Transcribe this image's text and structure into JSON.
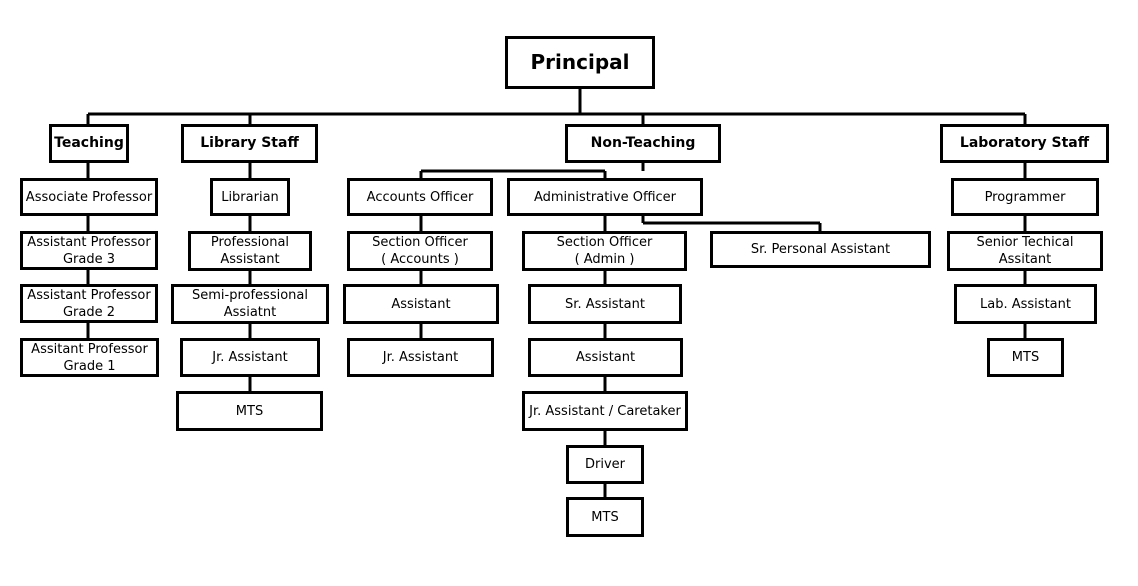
{
  "principal": "Principal",
  "teaching": {
    "title": "Teaching",
    "roles": [
      "Associate Professor",
      "Assistant Professor\nGrade 3",
      "Assistant Professor\nGrade 2",
      "Assitant Professor\nGrade 1"
    ]
  },
  "library": {
    "title": "Library Staff",
    "roles": [
      "Librarian",
      "Professional\nAssistant",
      "Semi-professional\nAssiatnt",
      "Jr. Assistant",
      "MTS"
    ]
  },
  "non_teaching": {
    "title": "Non-Teaching",
    "accounts": {
      "head": "Accounts Officer",
      "roles": [
        "Section Officer\n( Accounts )",
        "Assistant",
        "Jr. Assistant"
      ]
    },
    "admin": {
      "head": "Administrative Officer",
      "roles": [
        "Section Officer\n( Admin )",
        "Sr. Assistant",
        "Assistant",
        "Jr. Assistant / Caretaker",
        "Driver",
        "MTS"
      ],
      "personal": "Sr. Personal Assistant"
    }
  },
  "laboratory": {
    "title": "Laboratory Staff",
    "roles": [
      "Programmer",
      "Senior Techical\nAssitant",
      "Lab. Assistant",
      "MTS"
    ]
  }
}
